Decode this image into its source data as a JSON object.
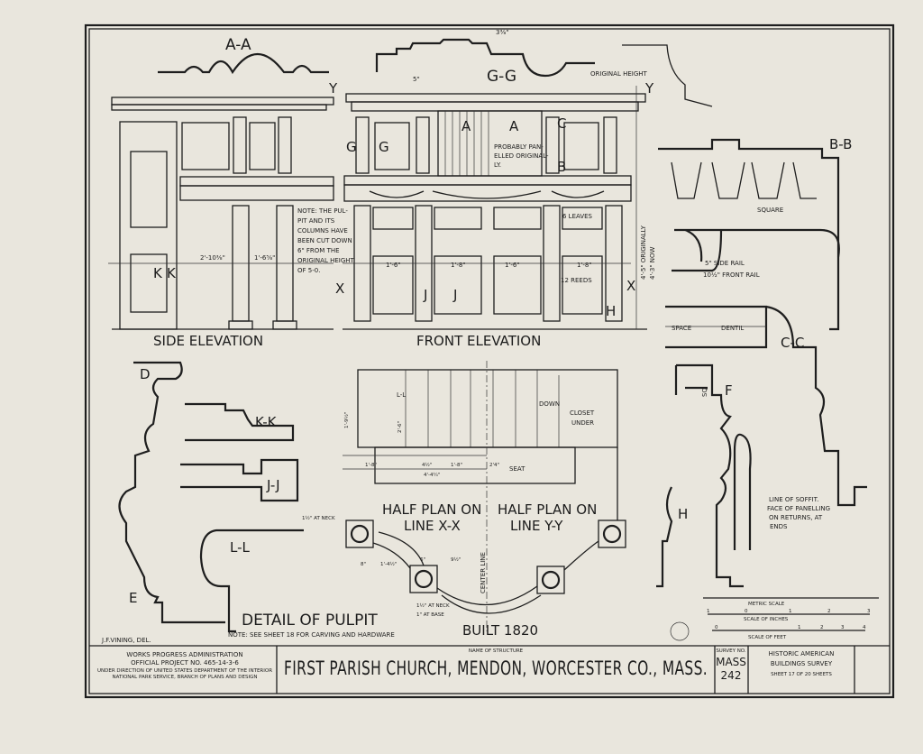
{
  "sections": {
    "aa": "A-A",
    "gg": "G-G",
    "bb": "B-B",
    "cc": "C-C",
    "kk": "K-K",
    "jj": "J-J",
    "ll": "L-L",
    "d": "D",
    "e": "E",
    "f": "F",
    "h": "H",
    "side_elevation": "SIDE ELEVATION",
    "front_elevation": "FRONT ELEVATION",
    "half_plan_xx_1": "HALF PLAN ON",
    "half_plan_xx_2": "LINE X-X",
    "half_plan_yy_1": "HALF PLAN ON",
    "half_plan_yy_2": "LINE Y-Y",
    "detail_title": "DETAIL OF PULPIT",
    "detail_note": "NOTE: SEE SHEET 18 FOR CARVING AND HARDWARE",
    "built": "BUILT 1820"
  },
  "notes": {
    "original_height": "ORIGINAL HEIGHT",
    "probably": [
      "PROBABLY PAN-",
      "ELLED ORIGINAL-",
      "LY."
    ],
    "cut_down": [
      "NOTE: THE PUL-",
      "PIT AND ITS",
      "COLUMNS HAVE",
      "BEEN CUT DOWN",
      "6\" FROM THE",
      "ORIGINAL HEIGHT",
      "OF 5-0."
    ],
    "leaves": "6 LEAVES",
    "reeds": "12 REEDS",
    "square": "SQUARE",
    "side_rail": "5\" SIDE RAIL",
    "front_rail": "10½\" FRONT RAIL",
    "space": "SPACE",
    "dentil": "DENTIL",
    "soffit": [
      "LINE OF SOFFIT.",
      "FACE OF PANELLING",
      "ON RETURNS, AT",
      "ENDS"
    ],
    "down": "DOWN",
    "closet": [
      "CLOSET",
      "UNDER"
    ],
    "seat": "SEAT",
    "center_line": "CENTER LINE",
    "at_neck": "1½\" AT NECK",
    "at_base": "1\" AT BASE",
    "sq": "SQ",
    "x": "X",
    "y": "Y",
    "a": "A",
    "b": "B",
    "c": "C",
    "g": "G",
    "j": "J",
    "k": "K"
  },
  "dimensions": {
    "side_1": "2'-10⅜\"",
    "side_2": "1'-6⅝\"",
    "front_1": "1'-6\"",
    "front_2": "1'-8\"",
    "front_3": "1'-6\"",
    "front_4": "1'-8\"",
    "gg_1": "5\"",
    "gg_2": "3⅜\"",
    "originally": "4'-5\" ORIGINALLY",
    "now": "4'-3\" NOW",
    "plan_1": "1'-8\"",
    "plan_2": "4½\"",
    "plan_3": "1'-8\"",
    "plan_4": "2'4\"",
    "plan_5": "4'-4¼\"",
    "plan_6": "2'-6\"",
    "plan_7": "1'-9½\"",
    "plan_8": "8\"",
    "plan_9": "1'-4½\"",
    "plan_10": "6\"",
    "plan_11": "9½\""
  },
  "scales": {
    "metric": "METRIC SCALE",
    "inches": "SCALE OF INCHES",
    "feet": "SCALE OF FEET",
    "inch_ticks": [
      "1",
      "0",
      "1",
      "2",
      "3"
    ],
    "feet_ticks": [
      "0",
      "1",
      "2",
      "3",
      "4"
    ]
  },
  "delineator": "J.F.VINING, DEL.",
  "title_block": {
    "wpa_1": "WORKS PROGRESS ADMINISTRATION",
    "wpa_2": "OFFICIAL PROJECT NO. 465-14-3-6",
    "wpa_3": "UNDER DIRECTION OF UNITED STATES DEPARTMENT OF THE INTERIOR",
    "wpa_4": "NATIONAL PARK SERVICE, BRANCH OF PLANS AND DESIGN",
    "name_label": "NAME OF STRUCTURE",
    "name": "FIRST PARISH CHURCH, MENDON, WORCESTER CO., MASS.",
    "survey_label": "SURVEY NO.",
    "survey_1": "MASS",
    "survey_2": "242",
    "habs_1": "HISTORIC AMERICAN",
    "habs_2": "BUILDINGS SURVEY",
    "sheet": "SHEET 17 OF 20 SHEETS"
  }
}
